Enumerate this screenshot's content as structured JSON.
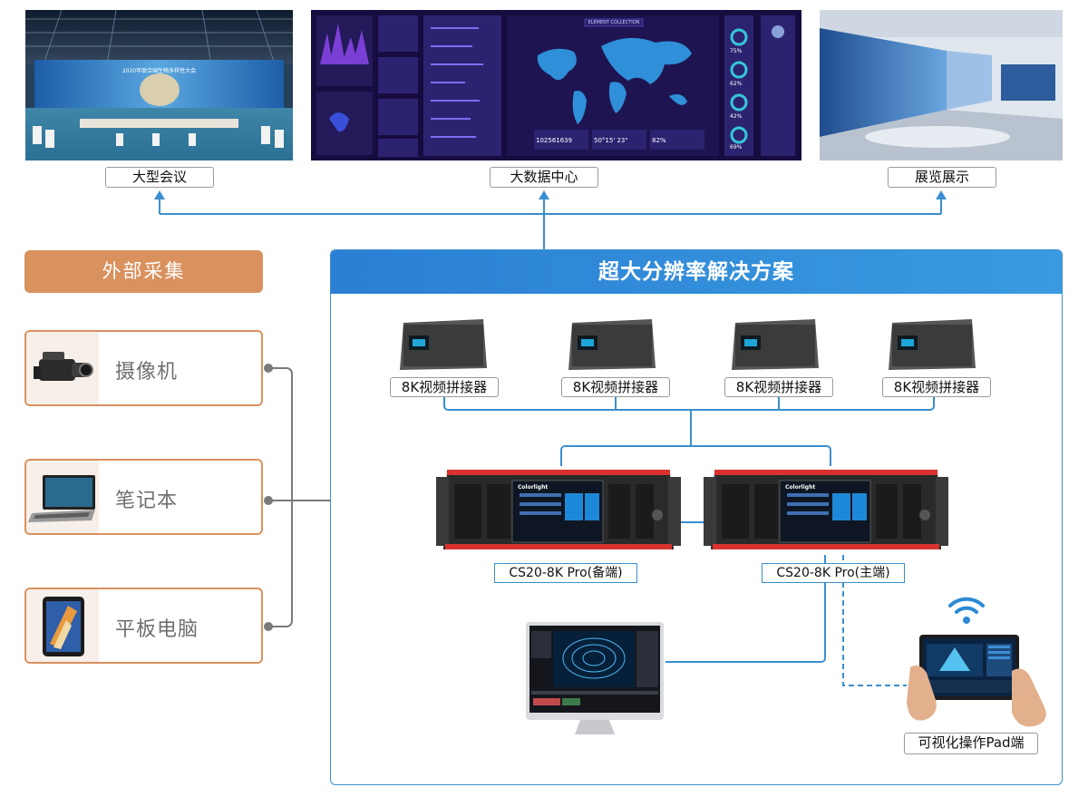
{
  "scenarios": [
    {
      "label": "大型会议",
      "screen_text": "2020年联合国生物多样性大会"
    },
    {
      "label": "大数据中心",
      "screen_title": "ELEMENT COLLECTION",
      "stats": [
        "102561639",
        "50°15' 23\"",
        "82%"
      ],
      "gauges": [
        "75%",
        "62%",
        "42%",
        "69%"
      ]
    },
    {
      "label": "展览展示"
    }
  ],
  "external": {
    "title": "外部采集",
    "items": [
      {
        "label": "摄像机",
        "icon": "camera-icon"
      },
      {
        "label": "笔记本",
        "icon": "laptop-icon"
      },
      {
        "label": "平板电脑",
        "icon": "tablet-icon"
      }
    ]
  },
  "solution": {
    "title": "超大分辨率解决方案",
    "splicers": [
      "8K视频拼接器",
      "8K视频拼接器",
      "8K视频拼接器",
      "8K视频拼接器"
    ],
    "processors": [
      {
        "label": "CS20-8K Pro(备端)",
        "brand": "Colorlight"
      },
      {
        "label": "CS20-8K Pro(主端)",
        "brand": "Colorlight"
      }
    ],
    "pad_label": "可视化操作Pad端"
  },
  "colors": {
    "accent_blue": "#3a8fd0",
    "accent_orange": "#d9915e",
    "device_red": "#d8322f"
  }
}
